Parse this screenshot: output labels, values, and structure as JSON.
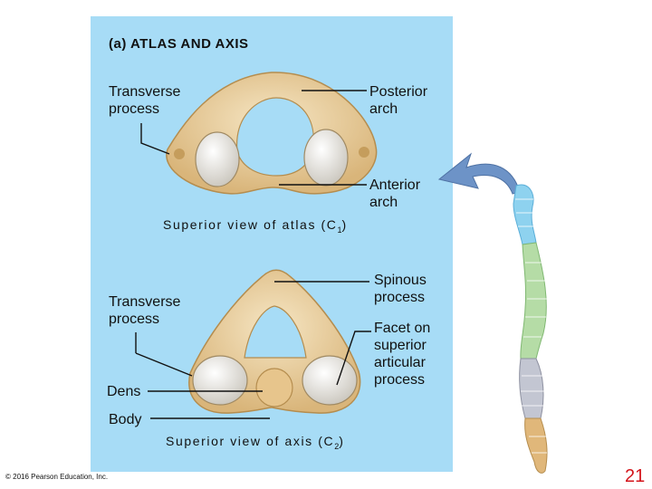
{
  "figure": {
    "title": "(a) ATLAS AND AXIS",
    "atlas": {
      "label_transverse_process": "Transverse\nprocess",
      "label_posterior_arch": "Posterior\narch",
      "label_anterior_arch": "Anterior\narch",
      "caption_main": "Superior view of atlas (C",
      "caption_sub": "1",
      "caption_end": ")"
    },
    "axis": {
      "label_transverse_process": "Transverse\nprocess",
      "label_spinous_process": "Spinous\nprocess",
      "label_facet": "Facet on\nsuperior\narticular\nprocess",
      "label_dens": "Dens",
      "label_body": "Body",
      "caption_main": "Superior view of axis (C",
      "caption_sub": "2",
      "caption_end": ")"
    }
  },
  "footer": {
    "copyright": "© 2016 Pearson Education, Inc.",
    "page_number": "21"
  },
  "colors": {
    "panel": "#a7dcf6",
    "bone": "#ecd3a2",
    "bone_dark": "#c59d5c",
    "cervical": "#8ed2ef",
    "thoracic": "#b5dca6",
    "lumbar": "#c3c6d2",
    "sacrum": "#e0b77a",
    "arrow": "#6d93c7",
    "page_number": "#d4141b"
  }
}
